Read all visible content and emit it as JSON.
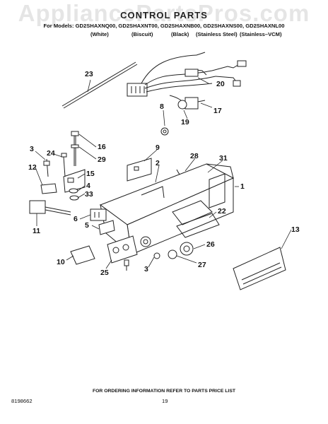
{
  "watermark": "AppliancePartsPros.com",
  "header": {
    "title": "CONTROL PARTS",
    "models_line": "For Models: GD2SHAXNQ00, GD2SHAXNT00, GD2SHAXNB00, GD2SHAXNS00, GD2SHAXNL00",
    "color_variants": [
      "(White)",
      "(Biscuit)",
      "(Black)",
      "(Stainless Steel)",
      "(Stainless–VCM)"
    ]
  },
  "callouts": [
    "23",
    "20",
    "8",
    "17",
    "19",
    "16",
    "29",
    "3",
    "24",
    "15",
    "12",
    "4",
    "33",
    "9",
    "28",
    "31",
    "2",
    "1",
    "22",
    "6",
    "11",
    "5",
    "13",
    "26",
    "10",
    "25",
    "3",
    "27"
  ],
  "footer": {
    "order_note": "FOR ORDERING INFORMATION REFER TO PARTS PRICE LIST",
    "doc_number": "8198662",
    "page_number": "19"
  }
}
